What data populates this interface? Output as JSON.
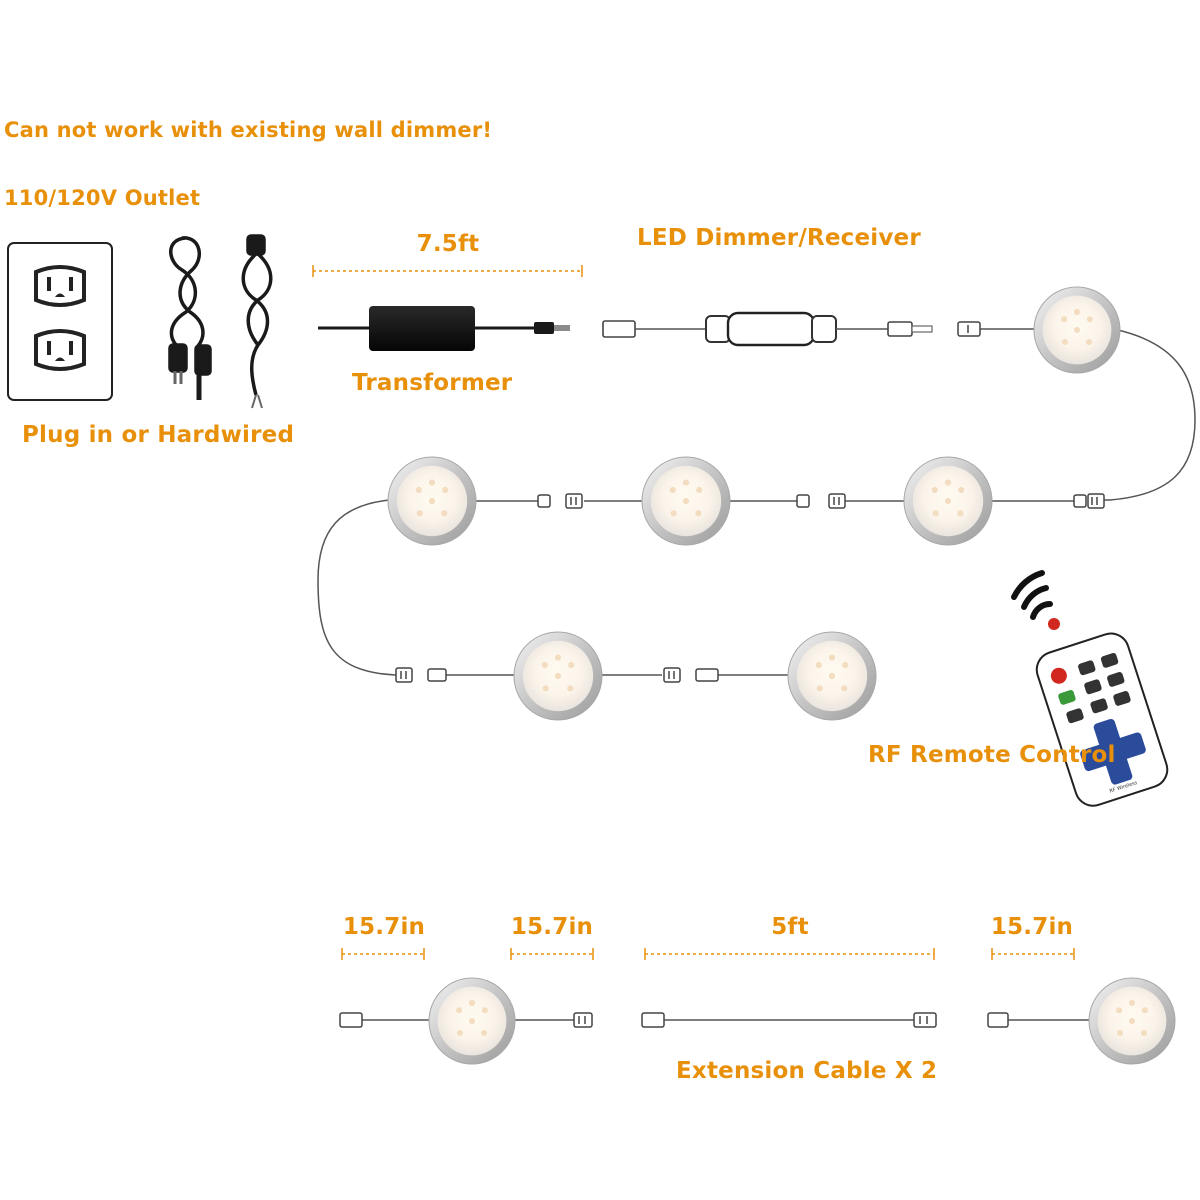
{
  "labels": {
    "warning": "Can not work with existing wall dimmer!",
    "outlet": "110/120V Outlet",
    "plug": "Plug in or Hardwired",
    "dim_7_5ft": "7.5ft",
    "transformer": "Transformer",
    "receiver": "LED Dimmer/Receiver",
    "remote": "RF Remote Control",
    "dim_a": "15.7in",
    "dim_b": "15.7in",
    "dim_5ft": "5ft",
    "dim_c": "15.7in",
    "extension": "Extension Cable X 2"
  },
  "remote_text": {
    "brand": "RF Wireless"
  },
  "colors": {
    "label": "#E8900A",
    "wire": "#555555",
    "transformer": "#111111",
    "remote_red": "#D0281E",
    "remote_blue": "#2B4C9B",
    "remote_green": "#3A9A3A"
  }
}
